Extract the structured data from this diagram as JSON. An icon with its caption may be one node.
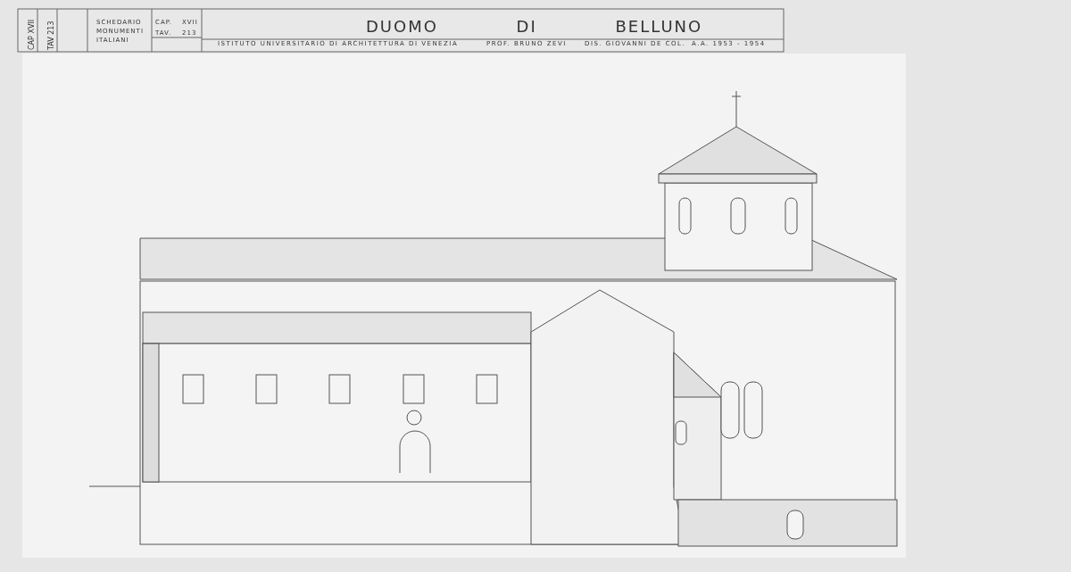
{
  "diagram": {
    "title": "DUOMO DI BELLUNO",
    "labels": [
      "CAP XVII",
      "TAV 213",
      "SCHEDARIO MONUMENTI ITALIANI",
      "CAP.",
      "XVII",
      "TAV.",
      "213",
      "ISTITUTO UNIVERSITARIO DI ARCHITETTURA DI VENEZIA",
      "PROF. BRUNO ZEVI",
      "DIS. GIOVANNI DE COL.",
      "A.A. 1953 - 1954"
    ]
  }
}
